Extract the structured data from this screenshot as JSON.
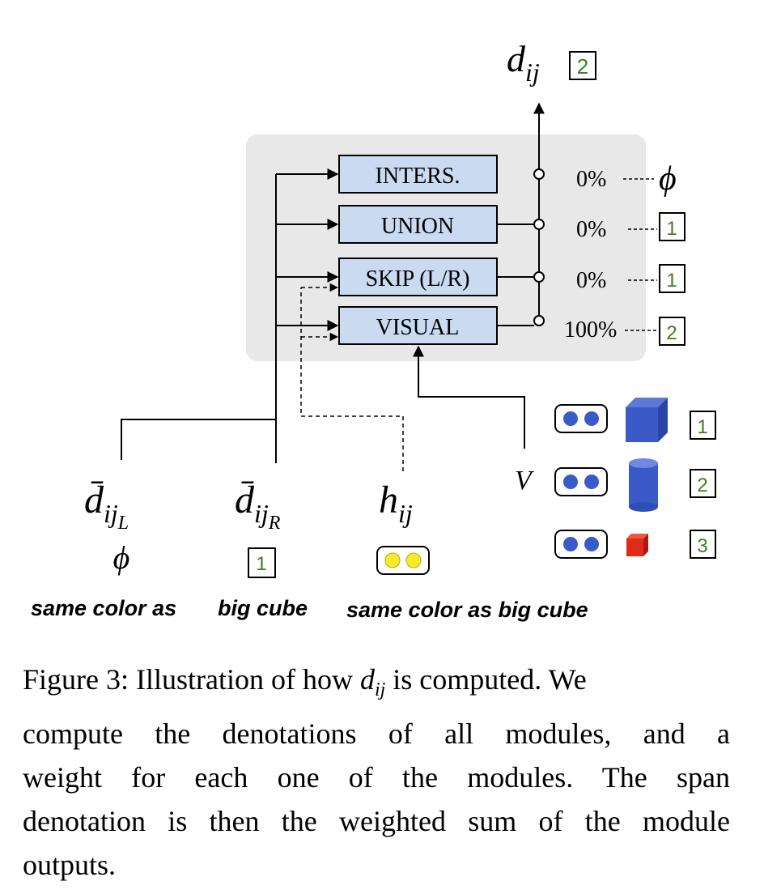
{
  "output": {
    "symbol": "d",
    "subscript": "ij",
    "box": "2"
  },
  "modules": [
    {
      "label": "INTERS.",
      "weight": "0%",
      "result": "ϕ",
      "result_is_box": false
    },
    {
      "label": "UNION",
      "weight": "0%",
      "result": "1",
      "result_is_box": true
    },
    {
      "label": "SKIP (L/R)",
      "weight": "0%",
      "result": "1",
      "result_is_box": true
    },
    {
      "label": "VISUAL",
      "weight": "100%",
      "result": "2",
      "result_is_box": true
    }
  ],
  "inputs": {
    "left": {
      "symbol": "d̄",
      "subscript": "ij",
      "subsub": "L",
      "value": "ϕ",
      "phrase": "same color as"
    },
    "right": {
      "symbol": "d̄",
      "subscript": "ij",
      "subsub": "R",
      "value": "1",
      "phrase": "big cube"
    },
    "hidden": {
      "symbol": "h",
      "subscript": "ij",
      "phrase": "same color as big cube"
    }
  },
  "visual_input": "V",
  "objects": [
    {
      "shape": "cube",
      "color": "#3a5bc7",
      "id": "1"
    },
    {
      "shape": "cylinder",
      "color": "#3a5bc7",
      "id": "2"
    },
    {
      "shape": "small-cube",
      "color": "#e02a1a",
      "id": "3"
    }
  ],
  "colors": {
    "module_fill": "#c9daf1",
    "panel_fill": "#e8e8e8",
    "box_text": "#3f7d1e",
    "token_blue": "#3a5bc7",
    "token_yellow": "#f5eb2a"
  },
  "caption": {
    "prefix": "Figure 3: Illustration of how ",
    "math": "d",
    "math_sub": "ij",
    "line1_rest": " is computed. We",
    "line2": "compute the denotations of all modules, and a",
    "line3": "weight for each one of the modules. The span",
    "line4": "denotation is then the weighted sum of the module",
    "line5": "outputs."
  }
}
